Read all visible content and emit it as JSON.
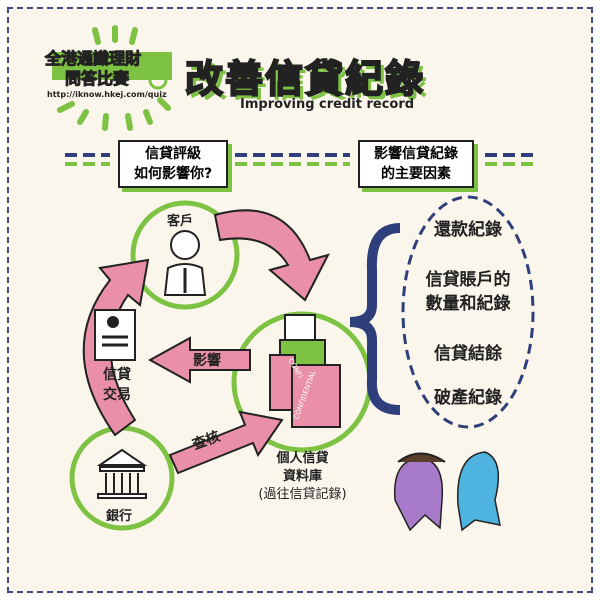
{
  "logo": {
    "line1": "全港通識理財",
    "line2": "問答比賽",
    "url": "http://iknow.hkej.com/quiz"
  },
  "title": "改善信貸紀錄",
  "subtitle": "Improving credit record",
  "banners": [
    {
      "line1": "信貸評級",
      "line2": "如何影響你?"
    },
    {
      "line1": "影響信貸紀錄",
      "line2": "的主要因素"
    }
  ],
  "nodes": {
    "customer": "客戶",
    "transaction": {
      "line1": "信貸",
      "line2": "交易"
    },
    "bank": "銀行",
    "database": {
      "line1": "個人信貸",
      "line2": "資料庫",
      "line3": "(過往信貸記錄)"
    }
  },
  "arrows": {
    "affect": "影響",
    "check": "查核"
  },
  "folder_labels": [
    "CONFI",
    "CONFIDENTIAL"
  ],
  "factors": [
    "還款紀錄",
    "信貸賬戶的\n數量和紀錄",
    "信貸結餘",
    "破產紀錄"
  ],
  "colors": {
    "green": "#7dc242",
    "pink": "#e98fa8",
    "navy": "#2e3f7c",
    "background": "#fbf6ec",
    "purple": "#a77bc9",
    "blue": "#4fb3e0"
  }
}
